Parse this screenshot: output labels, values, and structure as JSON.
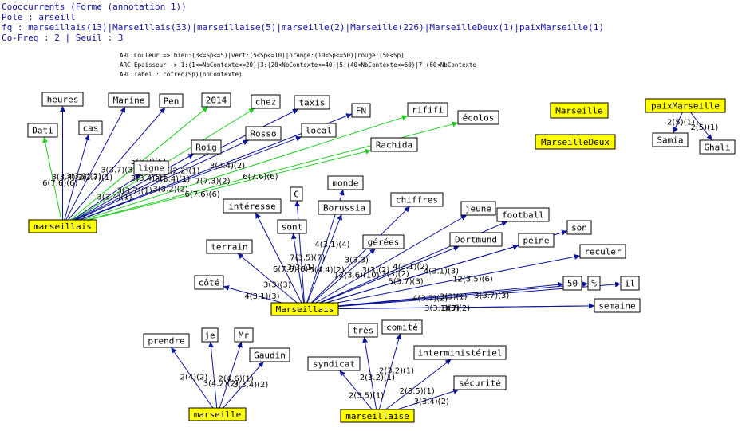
{
  "header": {
    "line1": "Cooccurrents (Forme (annotation 1))",
    "line2": "Pole : arseill",
    "line3": "fq : marseillais(13)|Marseillais(33)|marseillaise(5)|marseille(2)|Marseille(226)|MarseilleDeux(1)|paixMarseille(1)",
    "line4": "Co-Freq : 2 | Seuil : 3"
  },
  "legend": {
    "line1": "ARC Couleur => bleu:(3<=Sp<=5)|vert:(5<Sp<=10)|orange:(10<Sp<=50)|rouge:(50<Sp)",
    "line2": "ARC Epaisseur -> 1:(1<=NbContexte<=20)|3:(20<NbContexte<=40)|5:(40<NbContexte<=60)|7:(60<NbContexte",
    "line3": "ARC label : cofreq(Sp)(nbContexte)"
  },
  "colors": {
    "blue": "#0a1496",
    "green": "#22cc22",
    "pole": "#ffff00",
    "header": "#1212a8"
  },
  "nodes": {
    "p_marseillais": "marseillais",
    "p_Marseillais": "Marseillais",
    "p_marseille": "marseille",
    "p_marseillaise": "marseillaise",
    "p_Marseille": "Marseille",
    "p_MarseilleDeux": "MarseilleDeux",
    "p_paixMarseille": "paixMarseille",
    "n_heures": "heures",
    "n_Dati": "Dati",
    "n_cas": "cas",
    "n_Marine": "Marine",
    "n_Pen": "Pen",
    "n_2014": "2014",
    "n_chez": "chez",
    "n_taxis": "taxis",
    "n_FN": "FN",
    "n_rififi": "rififi",
    "n_ecolos": "écolos",
    "n_Rosso": "Rosso",
    "n_local": "local",
    "n_Roig": "Roig",
    "n_ligne": "ligne",
    "n_Rachida": "Rachida",
    "n_Samia": "Samia",
    "n_Ghali": "Ghali",
    "n_monde": "monde",
    "n_C": "C",
    "n_interesse": "intéresse",
    "n_Borussia": "Borussia",
    "n_chiffres": "chiffres",
    "n_jeune": "jeune",
    "n_football": "football",
    "n_son": "son",
    "n_sont": "sont",
    "n_terrain": "terrain",
    "n_gerees": "gérées",
    "n_Dortmund": "Dortmund",
    "n_peine": "peine",
    "n_reculer": "reculer",
    "n_cote": "côté",
    "n_50": "50",
    "n_pct": "%",
    "n_il": "il",
    "n_semaine": "semaine",
    "n_prendre": "prendre",
    "n_je": "je",
    "n_Mr": "Mr",
    "n_Gaudin": "Gaudin",
    "n_tres": "très",
    "n_comite": "comité",
    "n_syndicat": "syndicat",
    "n_interministeriel": "interministériel",
    "n_securite": "sécurité"
  },
  "edges": [
    {
      "from": "p_marseillais",
      "to": "n_heures",
      "color": "blue",
      "label": "3(3.4)(2)"
    },
    {
      "from": "p_marseillais",
      "to": "n_Dati",
      "color": "green",
      "label": "6(7.6)(6)"
    },
    {
      "from": "p_marseillais",
      "to": "n_cas",
      "color": "blue",
      "label": "3(3.2)(2)"
    },
    {
      "from": "p_marseillais",
      "to": "n_Marine",
      "color": "blue",
      "label": "3(3.7)(1)"
    },
    {
      "from": "p_marseillais",
      "to": "n_Pen",
      "color": "blue",
      "label": "3(3.7)(3)"
    },
    {
      "from": "p_marseillais",
      "to": "n_2014",
      "color": "green",
      "label": "5(6.8)(6)"
    },
    {
      "from": "p_marseillais",
      "to": "n_chez",
      "color": "green",
      "label": "3(3.4)(1)"
    },
    {
      "from": "p_marseillais",
      "to": "n_taxis",
      "color": "blue",
      "label": "2(2.2)(1)"
    },
    {
      "from": "p_marseillais",
      "to": "n_FN",
      "color": "blue",
      "label": "3(3.4)(2)"
    },
    {
      "from": "p_marseillais",
      "to": "n_rififi",
      "color": "green",
      "label": "7(7.3)(2)"
    },
    {
      "from": "p_marseillais",
      "to": "n_ecolos",
      "color": "green",
      "label": "6(7.6)(6)"
    },
    {
      "from": "p_marseillais",
      "to": "n_Rosso",
      "color": "blue",
      "label": "3(3.4)(1)"
    },
    {
      "from": "p_marseillais",
      "to": "n_local",
      "color": "blue",
      "label": "3(3.2)(2)"
    },
    {
      "from": "p_marseillais",
      "to": "n_Roig",
      "color": "blue",
      "label": "3(3.7)(1)"
    },
    {
      "from": "p_marseillais",
      "to": "n_ligne",
      "color": "blue",
      "label": "3(3.4)(1)"
    },
    {
      "from": "p_marseillais",
      "to": "n_Rachida",
      "color": "green",
      "label": "6(7.6)(6)"
    },
    {
      "from": "p_paixMarseille",
      "to": "n_Samia",
      "color": "blue",
      "label": "2(5)(1)"
    },
    {
      "from": "p_paixMarseille",
      "to": "n_Ghali",
      "color": "blue",
      "label": "2(5)(1)"
    },
    {
      "from": "p_Marseillais",
      "to": "n_interesse",
      "color": "blue",
      "label": "6(7.6)(6)"
    },
    {
      "from": "p_Marseillais",
      "to": "n_C",
      "color": "blue",
      "label": "7(3.5)(7)"
    },
    {
      "from": "p_Marseillais",
      "to": "n_monde",
      "color": "blue",
      "label": "4(3.1)(4)"
    },
    {
      "from": "p_Marseillais",
      "to": "n_Borussia",
      "color": "blue",
      "label": "5(4.4)(2)"
    },
    {
      "from": "p_Marseillais",
      "to": "n_chiffres",
      "color": "blue",
      "label": "3(3.3)"
    },
    {
      "from": "p_Marseillais",
      "to": "n_sont",
      "color": "blue",
      "label": "3(3)(1)"
    },
    {
      "from": "p_Marseillais",
      "to": "n_terrain",
      "color": "blue",
      "label": "3(3)(3)"
    },
    {
      "from": "p_Marseillais",
      "to": "n_cote",
      "color": "blue",
      "label": "4(3.1)(3)"
    },
    {
      "from": "p_Marseillais",
      "to": "n_gerees",
      "color": "blue",
      "label": "12(3.6)(10)"
    },
    {
      "from": "p_Marseillais",
      "to": "n_jeune",
      "color": "blue",
      "label": "3(3)(2)"
    },
    {
      "from": "p_Marseillais",
      "to": "n_football",
      "color": "blue",
      "label": "4(3.1)(2)"
    },
    {
      "from": "p_Marseillais",
      "to": "n_Dortmund",
      "color": "blue",
      "label": "3(3)(2)"
    },
    {
      "from": "p_Marseillais",
      "to": "n_peine",
      "color": "blue",
      "label": "5(3.7)(3)"
    },
    {
      "from": "p_Marseillais",
      "to": "n_son",
      "color": "blue",
      "label": "4(3.1)(3)"
    },
    {
      "from": "p_Marseillais",
      "to": "n_reculer",
      "color": "blue",
      "label": "12(3.5)(6)"
    },
    {
      "from": "p_Marseillais",
      "to": "n_50",
      "color": "blue",
      "label": "4(3.7)(2)"
    },
    {
      "from": "p_Marseillais",
      "to": "n_pct",
      "color": "blue",
      "label": "3(3)(1)"
    },
    {
      "from": "p_Marseillais",
      "to": "n_il",
      "color": "blue",
      "label": "3(3.7)(3)"
    },
    {
      "from": "p_Marseillais",
      "to": "n_semaine",
      "color": "blue",
      "label": "3(3.1)(7)"
    },
    {
      "from": "p_Marseillais",
      "to": "n_semaine",
      "color": "blue",
      "label": "3(3)(2)"
    },
    {
      "from": "p_marseille",
      "to": "n_prendre",
      "color": "blue",
      "label": "2(4)(2)"
    },
    {
      "from": "p_marseille",
      "to": "n_je",
      "color": "blue",
      "label": "3(4.2)(2)"
    },
    {
      "from": "p_marseille",
      "to": "n_Mr",
      "color": "blue",
      "label": "2(4.6)(1)"
    },
    {
      "from": "p_marseille",
      "to": "n_Gaudin",
      "color": "blue",
      "label": "3(3.4)(2)"
    },
    {
      "from": "p_marseillaise",
      "to": "n_syndicat",
      "color": "blue",
      "label": "2(3.5)(1)"
    },
    {
      "from": "p_marseillaise",
      "to": "n_tres",
      "color": "blue",
      "label": "2(3.2)(1)"
    },
    {
      "from": "p_marseillaise",
      "to": "n_comite",
      "color": "blue",
      "label": "2(3.2)(1)"
    },
    {
      "from": "p_marseillaise",
      "to": "n_interministeriel",
      "color": "blue",
      "label": "2(3.5)(1)"
    },
    {
      "from": "p_marseillaise",
      "to": "n_securite",
      "color": "blue",
      "label": "3(3.4)(2)"
    }
  ]
}
